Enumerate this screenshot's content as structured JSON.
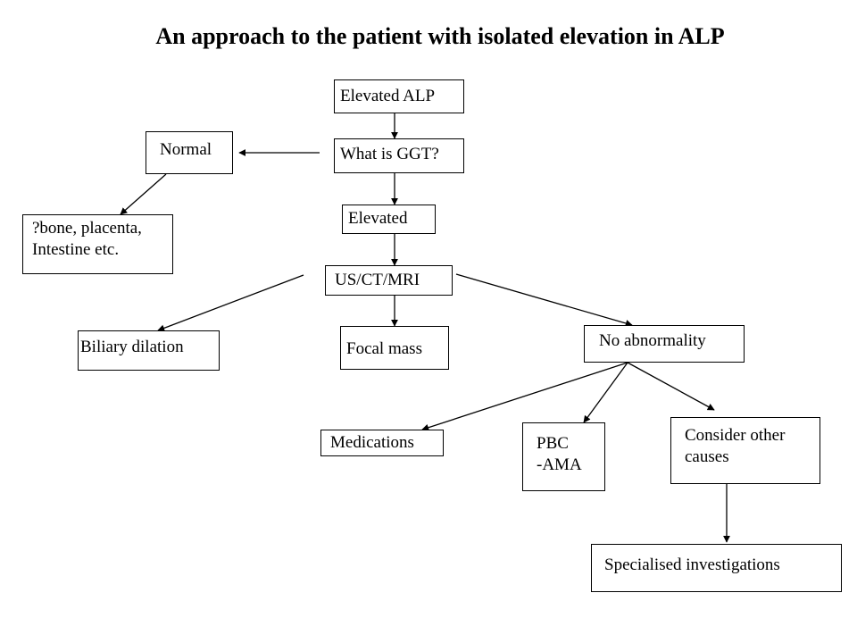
{
  "title": "An approach to the patient with isolated elevation in ALP",
  "nodes": {
    "elevated_alp": "Elevated ALP",
    "what_is_ggt": "What is GGT?",
    "normal": "Normal",
    "bone_placenta_line1": "?bone, placenta,",
    "bone_placenta_line2": "Intestine etc.",
    "elevated": "Elevated",
    "us_ct_mri": "US/CT/MRI",
    "biliary_dilation": "Biliary dilation",
    "focal_mass": "Focal mass",
    "no_abnormality": "No abnormality",
    "medications": "Medications",
    "pbc_line1": "PBC",
    "pbc_line2": "-AMA",
    "consider_line1": "Consider other",
    "consider_line2": "causes",
    "specialised": "Specialised investigations"
  }
}
